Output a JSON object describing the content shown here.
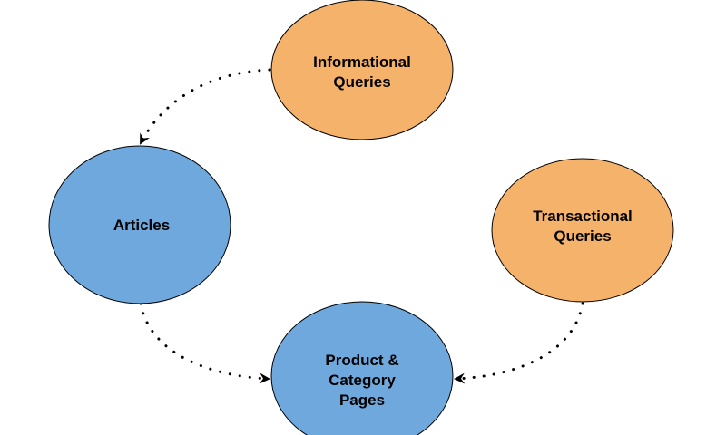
{
  "colors": {
    "orange": "#f5b26b",
    "blue": "#6fa8dc",
    "stroke": "#000000"
  },
  "nodes": {
    "informational": {
      "lines": [
        "Informational",
        "Queries"
      ]
    },
    "articles": {
      "lines": [
        "Articles"
      ]
    },
    "transactional": {
      "lines": [
        "Transactional",
        "Queries"
      ]
    },
    "product": {
      "lines": [
        "Product &",
        "Category",
        "Pages"
      ]
    }
  }
}
